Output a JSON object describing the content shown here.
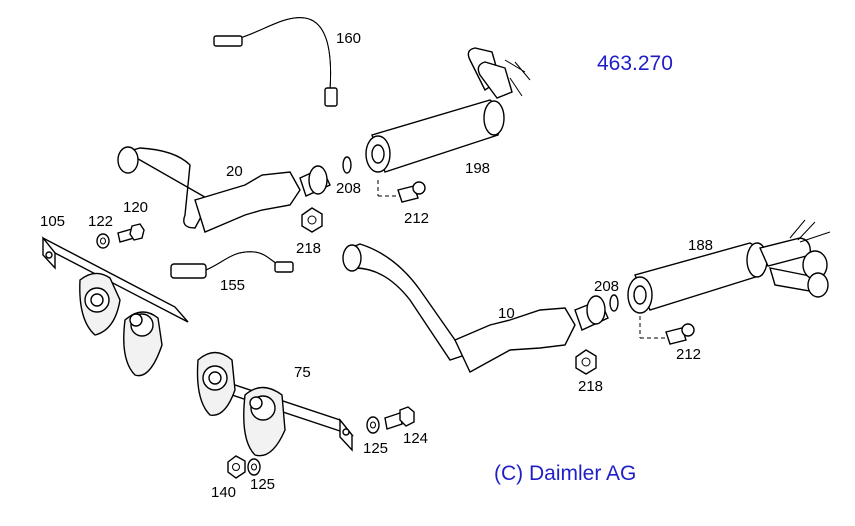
{
  "diagram": {
    "drawing_number": "463.270",
    "copyright": "(C) Daimler AG",
    "title_color": "#1f1fc8",
    "parts": [
      {
        "id": "p160",
        "label": "160"
      },
      {
        "id": "p198",
        "label": "198"
      },
      {
        "id": "p20",
        "label": "20"
      },
      {
        "id": "p208a",
        "label": "208"
      },
      {
        "id": "p212a",
        "label": "212"
      },
      {
        "id": "p218a",
        "label": "218"
      },
      {
        "id": "p105",
        "label": "105"
      },
      {
        "id": "p122",
        "label": "122"
      },
      {
        "id": "p120",
        "label": "120"
      },
      {
        "id": "p155",
        "label": "155"
      },
      {
        "id": "p188",
        "label": "188"
      },
      {
        "id": "p208b",
        "label": "208"
      },
      {
        "id": "p10",
        "label": "10"
      },
      {
        "id": "p212b",
        "label": "212"
      },
      {
        "id": "p218b",
        "label": "218"
      },
      {
        "id": "p75",
        "label": "75"
      },
      {
        "id": "p125a",
        "label": "125"
      },
      {
        "id": "p124",
        "label": "124"
      },
      {
        "id": "p140",
        "label": "140"
      },
      {
        "id": "p125b",
        "label": "125"
      }
    ]
  }
}
